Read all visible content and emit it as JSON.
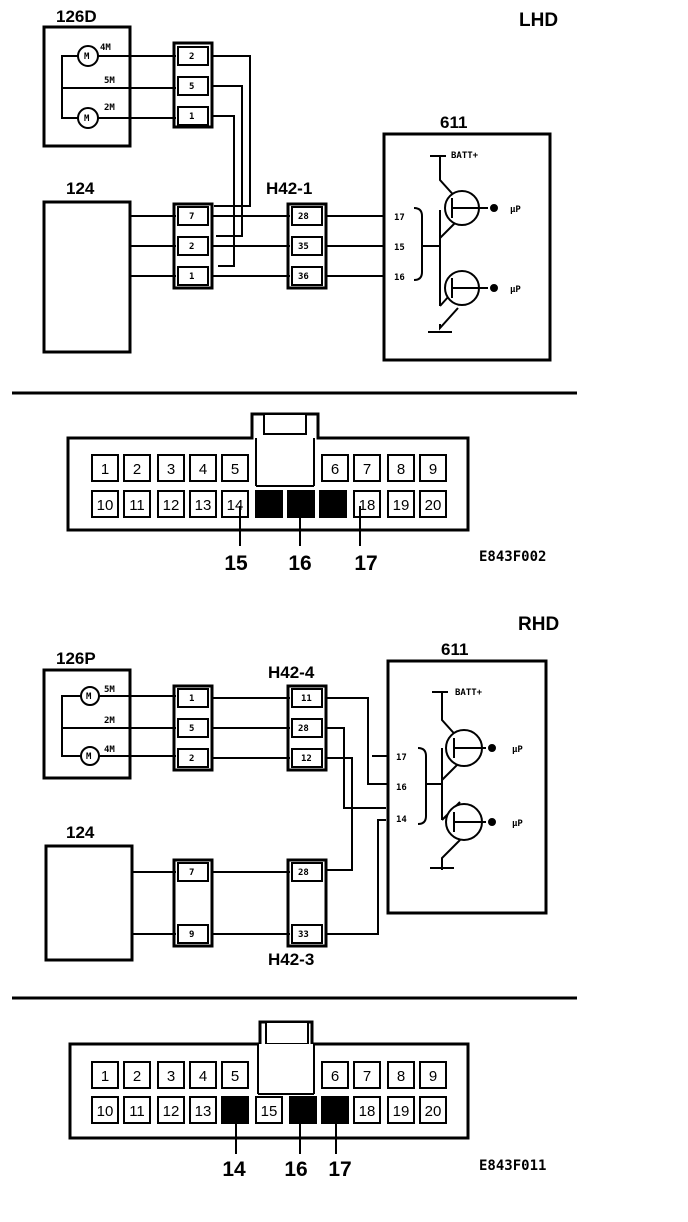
{
  "lhd": {
    "tag": "LHD",
    "seat_module": "126D",
    "motors": [
      "4M",
      "5M",
      "2M"
    ],
    "motor_symbol": "M",
    "conn_a_pins": [
      "2",
      "5",
      "1"
    ],
    "ecu_124": "124",
    "conn_b_pins": [
      "7",
      "2",
      "1"
    ],
    "h42_label": "H42-1",
    "h42_pins": [
      "28",
      "35",
      "36"
    ],
    "unit_label": "611",
    "unit_pins": [
      "17",
      "15",
      "16"
    ],
    "batt": "BATT+",
    "up": "µP",
    "connector_top": [
      "1",
      "2",
      "3",
      "4",
      "5",
      "6",
      "7",
      "8",
      "9"
    ],
    "connector_bottom": [
      "10",
      "11",
      "12",
      "13",
      "14",
      "",
      "",
      "",
      "18",
      "19",
      "20"
    ],
    "callouts": [
      "15",
      "16",
      "17"
    ],
    "figure_code": "E843F002"
  },
  "rhd": {
    "tag": "RHD",
    "seat_module": "126P",
    "motors": [
      "5M",
      "2M",
      "4M"
    ],
    "motor_symbol": "M",
    "conn_a_pins": [
      "1",
      "5",
      "2"
    ],
    "h42_label_top": "H42-4",
    "h42_top_pins": [
      "11",
      "28",
      "12"
    ],
    "ecu_124": "124",
    "conn_b_pins": [
      "7",
      "9"
    ],
    "h42_label_bottom": "H42-3",
    "h42_bottom_pins": [
      "28",
      "33"
    ],
    "unit_label": "611",
    "unit_pins": [
      "17",
      "16",
      "14"
    ],
    "batt": "BATT+",
    "up": "µP",
    "connector_top": [
      "1",
      "2",
      "3",
      "4",
      "5",
      "6",
      "7",
      "8",
      "9"
    ],
    "connector_bottom": [
      "10",
      "11",
      "12",
      "13",
      "",
      "15",
      "",
      "",
      "18",
      "19",
      "20"
    ],
    "callouts": [
      "14",
      "16",
      "17"
    ],
    "figure_code": "E843F011"
  }
}
